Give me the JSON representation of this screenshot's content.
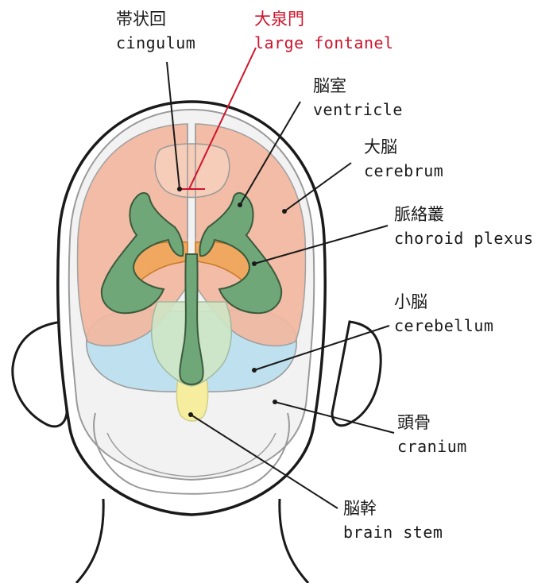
{
  "labels": {
    "cingulum": {
      "ja": "帯状回",
      "en": "cingulum"
    },
    "fontanel": {
      "ja": "大泉門",
      "en": "large fontanel"
    },
    "ventricle": {
      "ja": "脳室",
      "en": "ventricle"
    },
    "cerebrum": {
      "ja": "大脳",
      "en": "cerebrum"
    },
    "choroid": {
      "ja": "脈絡叢",
      "en": "choroid plexus"
    },
    "cerebellum": {
      "ja": "小脳",
      "en": "cerebellum"
    },
    "cranium": {
      "ja": "頭骨",
      "en": "cranium"
    },
    "brainstem": {
      "ja": "脳幹",
      "en": "brain stem"
    }
  },
  "colors": {
    "cerebrum": "#f2b8a0",
    "ventricle": "#6fa779",
    "choroid_plexus": "#f0a860",
    "cerebellum": "#bfe0ee",
    "brain_stem": "#f6ee9e",
    "leader_line": "#1a1a1a",
    "fontanel_line": "#d0142c"
  }
}
